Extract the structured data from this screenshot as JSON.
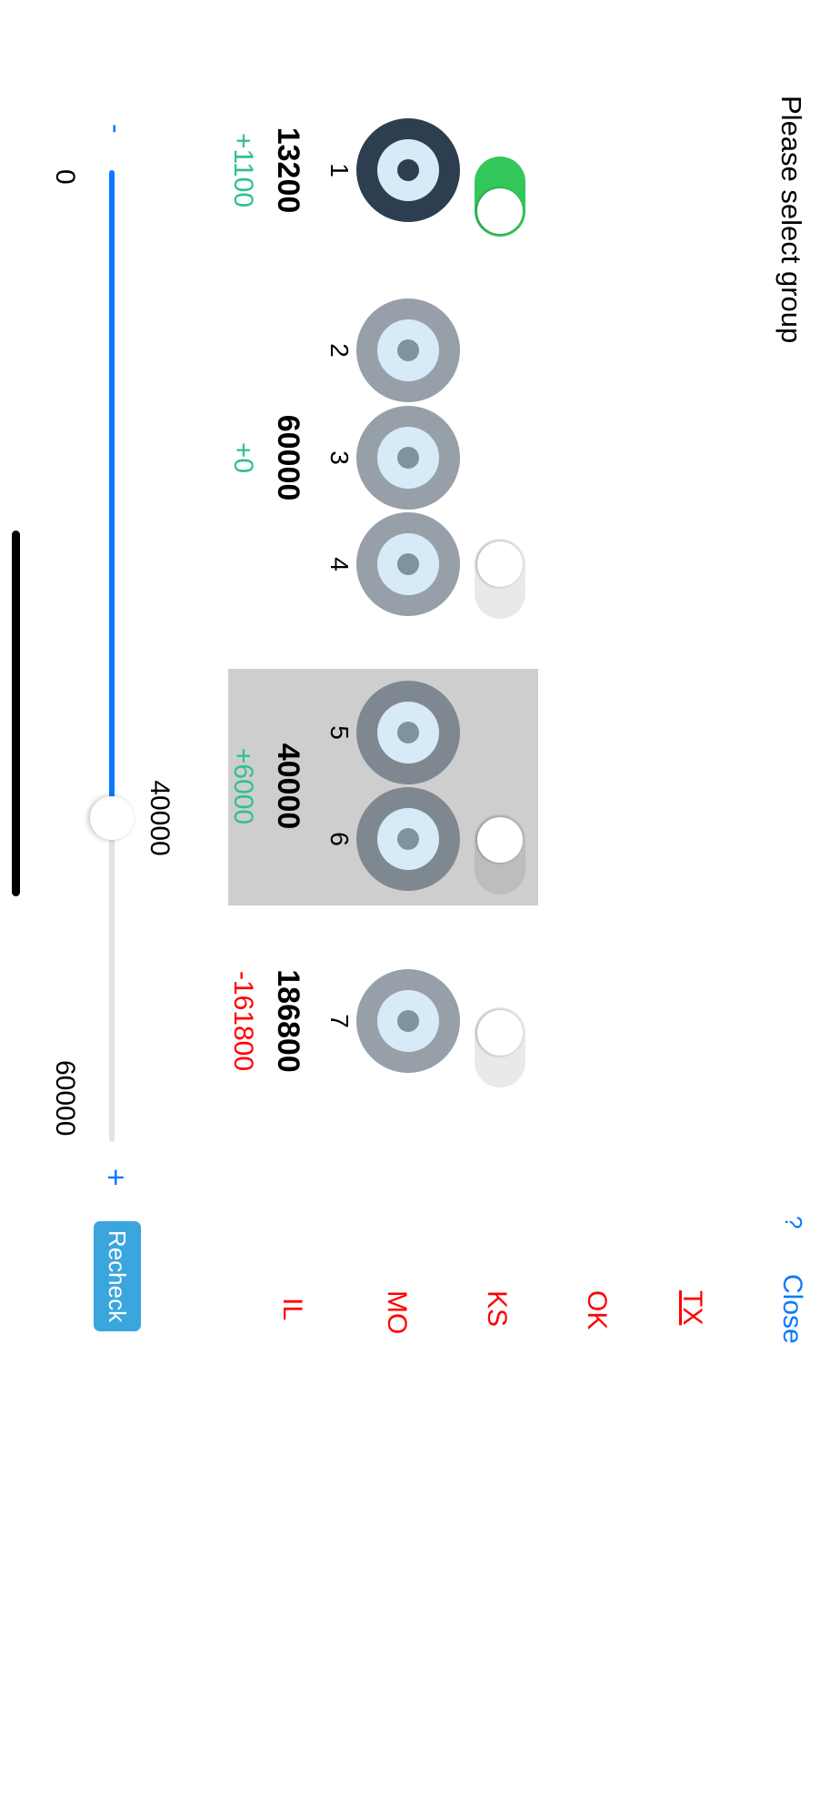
{
  "header": {
    "title": "Please select group",
    "close_label": "Close",
    "help_label": "?"
  },
  "states": [
    {
      "label": "TX",
      "selected": true
    },
    {
      "label": "OK"
    },
    {
      "label": "KS"
    },
    {
      "label": "MO"
    },
    {
      "label": "IL"
    }
  ],
  "recheck_label": "Recheck",
  "toggles": [
    {
      "on": true
    },
    {
      "on": false
    },
    {
      "on": false
    },
    {
      "on": false
    }
  ],
  "groups": [
    "1",
    "2",
    "3",
    "4",
    "5",
    "6",
    "7"
  ],
  "totals": [
    {
      "value": "13200",
      "delta": "+1100"
    },
    {
      "value": "60000",
      "delta": "+0"
    },
    {
      "value": "40000",
      "delta": "+6000"
    },
    {
      "value": "186800",
      "delta": "-161800"
    }
  ],
  "slider": {
    "min_label": "0",
    "max_label": "60000",
    "value_label": "40000",
    "minus": "-",
    "plus": "+",
    "value": 40000,
    "min": 0,
    "max": 60000
  },
  "colors": {
    "accent": "#0a7aff",
    "positive": "#2fc28b",
    "negative": "#ff0000",
    "button": "#3aa6dd"
  }
}
